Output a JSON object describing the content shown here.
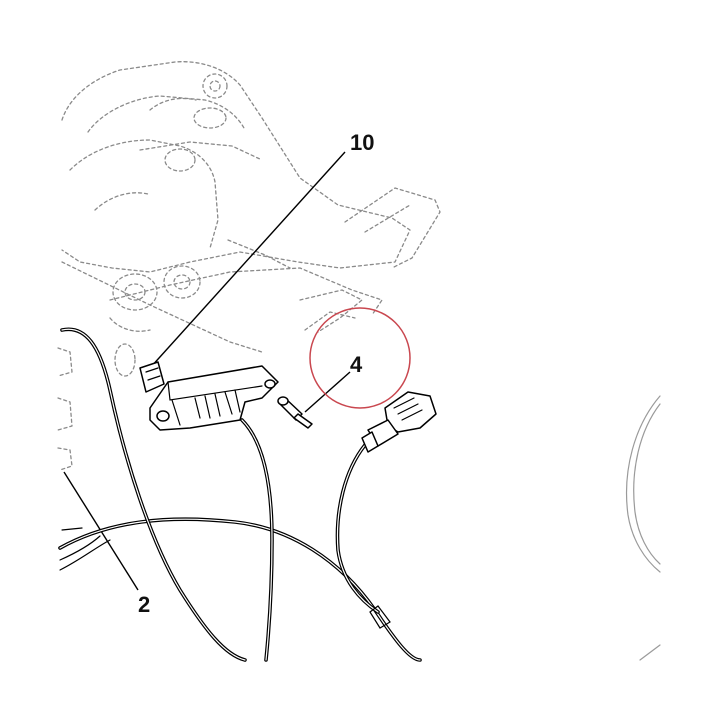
{
  "callouts": {
    "c10": "10",
    "c4": "4",
    "c2": "2"
  },
  "colors": {
    "highlight_circle": "#c9474f",
    "line": "#000000",
    "ghost": "#8a8a8a"
  },
  "icons": {
    "connector": "wiring-connector-icon",
    "bolt": "bolt-icon",
    "plug": "plug-connector-icon"
  }
}
